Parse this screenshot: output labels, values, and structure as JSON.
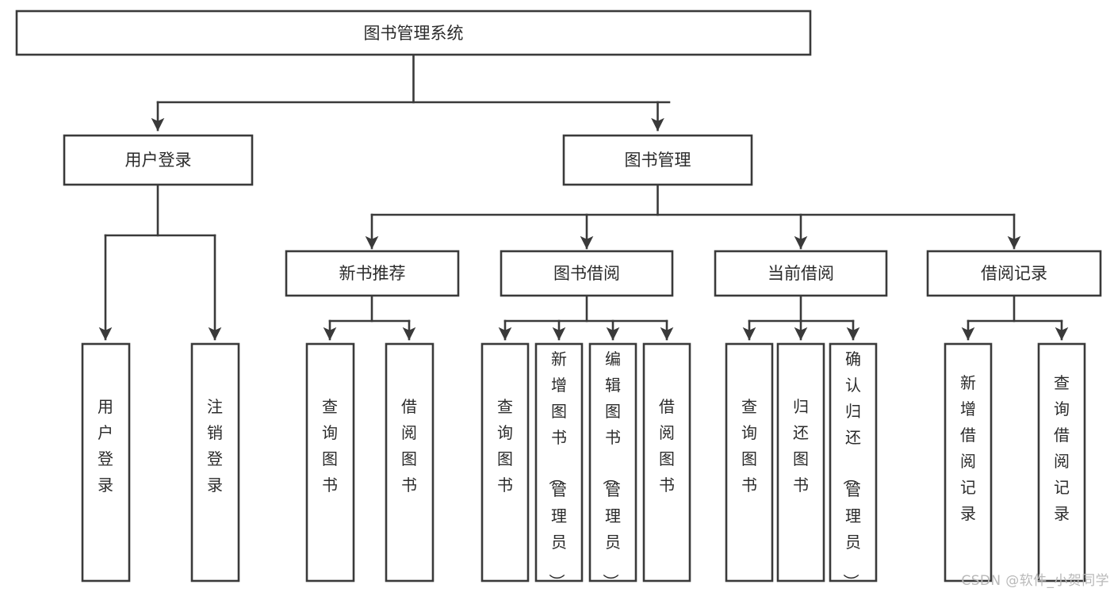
{
  "diagram": {
    "type": "tree",
    "title": "图书管理系统",
    "accent_color": "#3a3a3a",
    "background_color": "#ffffff",
    "nodes": {
      "root": {
        "label": "图书管理系统"
      },
      "level2": [
        {
          "id": "user-login",
          "label": "用户登录"
        },
        {
          "id": "book-management",
          "label": "图书管理"
        }
      ],
      "level3": [
        {
          "id": "new-book-recommend",
          "label": "新书推荐",
          "parent": "book-management"
        },
        {
          "id": "book-borrow",
          "label": "图书借阅",
          "parent": "book-management"
        },
        {
          "id": "current-borrow",
          "label": "当前借阅",
          "parent": "book-management"
        },
        {
          "id": "borrow-record",
          "label": "借阅记录",
          "parent": "book-management"
        }
      ],
      "leaves": [
        {
          "id": "leaf-user-login",
          "label": "用户登录",
          "parent": "user-login"
        },
        {
          "id": "leaf-user-logout",
          "label": "注销登录",
          "parent": "user-login"
        },
        {
          "id": "leaf-query-book-1",
          "label": "查询图书",
          "parent": "new-book-recommend"
        },
        {
          "id": "leaf-borrow-book-1",
          "label": "借阅图书",
          "parent": "new-book-recommend"
        },
        {
          "id": "leaf-query-book-2",
          "label": "查询图书",
          "parent": "book-borrow"
        },
        {
          "id": "leaf-add-book",
          "label": "新增图书（管理员）",
          "parent": "book-borrow"
        },
        {
          "id": "leaf-edit-book",
          "label": "编辑图书（管理员）",
          "parent": "book-borrow"
        },
        {
          "id": "leaf-borrow-book-2",
          "label": "借阅图书",
          "parent": "book-borrow"
        },
        {
          "id": "leaf-query-book-3",
          "label": "查询图书",
          "parent": "current-borrow"
        },
        {
          "id": "leaf-return-book",
          "label": "归还图书",
          "parent": "current-borrow"
        },
        {
          "id": "leaf-confirm-return",
          "label": "确认归还（管理员）",
          "parent": "current-borrow"
        },
        {
          "id": "leaf-add-record",
          "label": "新增借阅记录",
          "parent": "borrow-record"
        },
        {
          "id": "leaf-query-record",
          "label": "查询借阅记录",
          "parent": "borrow-record"
        }
      ]
    }
  },
  "watermark": {
    "text": "CSDN @软件_小贺同学"
  }
}
